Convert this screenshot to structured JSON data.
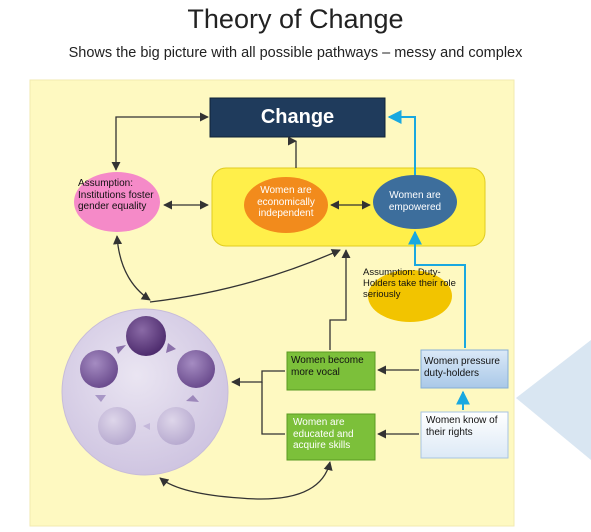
{
  "title": "Theory of Change",
  "subtitle": "Shows the big picture with all possible pathways – messy and complex",
  "nodes": {
    "change": "Change",
    "independent": "Women are economically independent",
    "empowered": "Women are empowered",
    "assumption_institutions": "Assumption: Institutions foster gender equality",
    "assumption_duty": "Assumption: Duty-Holders take their role seriously",
    "vocal": "Women become more vocal",
    "educated": "Women are educated and acquire skills",
    "pressure": "Women pressure duty-holders",
    "know_rights": "Women know of their rights"
  },
  "colors": {
    "panel": "#fef9c1",
    "change_box": "#1f3b5c",
    "highlight_band": "#ffef4a",
    "orange_oval": "#f28b1c",
    "blue_oval": "#3d6e9c",
    "pink_oval": "#f58ac8",
    "yellow_oval": "#f2c400",
    "green_box": "#7cc03a",
    "light_blue_box": "#bed7ee",
    "cycle_circle": "#d8d0e6",
    "cyan_arrow": "#19a8e0"
  }
}
